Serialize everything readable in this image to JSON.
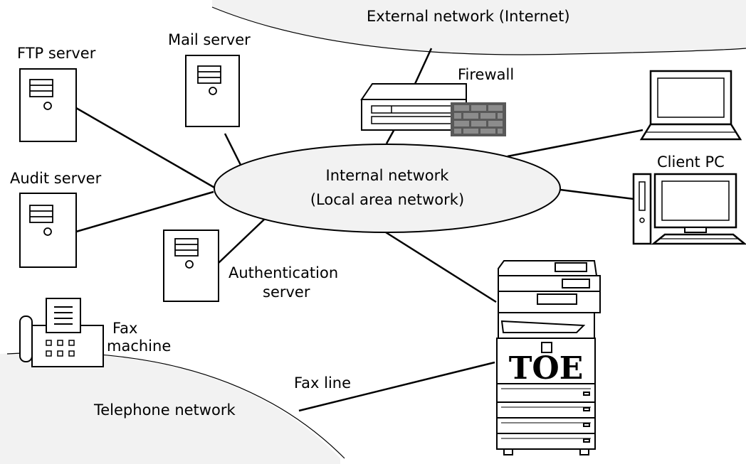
{
  "labels": {
    "external_network": "External network (Internet)",
    "ftp_server": "FTP server",
    "mail_server": "Mail server",
    "firewall": "Firewall",
    "client_pc": "Client PC",
    "audit_server": "Audit server",
    "internal_network_line1": "Internal network",
    "internal_network_line2": "(Local area network)",
    "authentication_server_line1": "Authentication",
    "authentication_server_line2": "server",
    "fax_machine_line1": "Fax",
    "fax_machine_line2": "machine",
    "fax_line": "Fax line",
    "telephone_network": "Telephone network",
    "toe": "TOE"
  },
  "colors": {
    "cloud_fill": "#f2f2f2",
    "firewall_brick": "#8c8c8c",
    "firewall_brick_border": "#595959",
    "stroke": "#000000"
  },
  "icons": [
    "server-icon",
    "laptop-icon",
    "desktop-pc-icon",
    "firewall-icon",
    "fax-machine-icon",
    "printer-mfp-icon"
  ]
}
